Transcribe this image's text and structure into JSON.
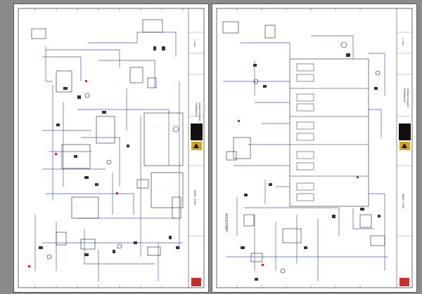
{
  "viewer": {
    "background": "#8a8a8a"
  },
  "colors": {
    "wire": "#4a5bbf",
    "component": "#222222",
    "label_red": "#cc2222",
    "sheet": "#ffffff"
  },
  "sheets": [
    {
      "id": "left",
      "title_block": {
        "doc_title": "HYDRAULIC",
        "doc_subtitle": "WIRING DIAGRAM",
        "ref": "1-7480",
        "model": "9800 / 1000"
      }
    },
    {
      "id": "right",
      "title_block": {
        "doc_title": "HYDRAULIC",
        "doc_subtitle": "WIRING DIAGRAM",
        "ref": "1-7480",
        "model": "9800 / 1000"
      }
    }
  ],
  "labels": {
    "lubrication": "LUBRICATION"
  }
}
